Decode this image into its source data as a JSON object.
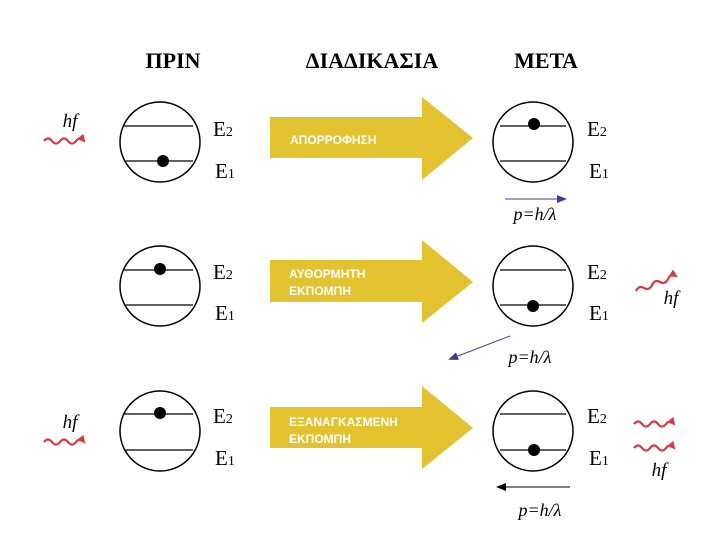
{
  "headers": {
    "before": "ΠΡΙΝ",
    "process": "ΔΙΑΔΙΚΑΣΙΑ",
    "after": "ΜΕΤΑ"
  },
  "levels": {
    "e2": "E",
    "e1": "E",
    "sub2": "2",
    "sub1": "1"
  },
  "rows": [
    {
      "process_lines": [
        "ΑΠΟΡΡΟΦΗΣΗ"
      ],
      "incoming_photon": "hf",
      "momentum": "p=h/λ"
    },
    {
      "process_lines": [
        "ΑΥΘΟΡΜΗΤΗ",
        "ΕΚΠΟΜΠΗ"
      ],
      "emitted_photon": "hf",
      "momentum": "p=h/λ"
    },
    {
      "process_lines": [
        "ΕΞΑΝΑΓΚΑΣΜΕΝΗ",
        "ΕΚΠΟΜΠΗ"
      ],
      "incoming_photon": "hf",
      "emitted_photon": "hf",
      "momentum": "p=h/λ"
    }
  ],
  "colors": {
    "arrow_fill": "#e3c22f",
    "photon": "#e0343f",
    "momentum_arrow": "#3a3aa0",
    "stroke": "#000000",
    "process_text": "#ffffff"
  }
}
